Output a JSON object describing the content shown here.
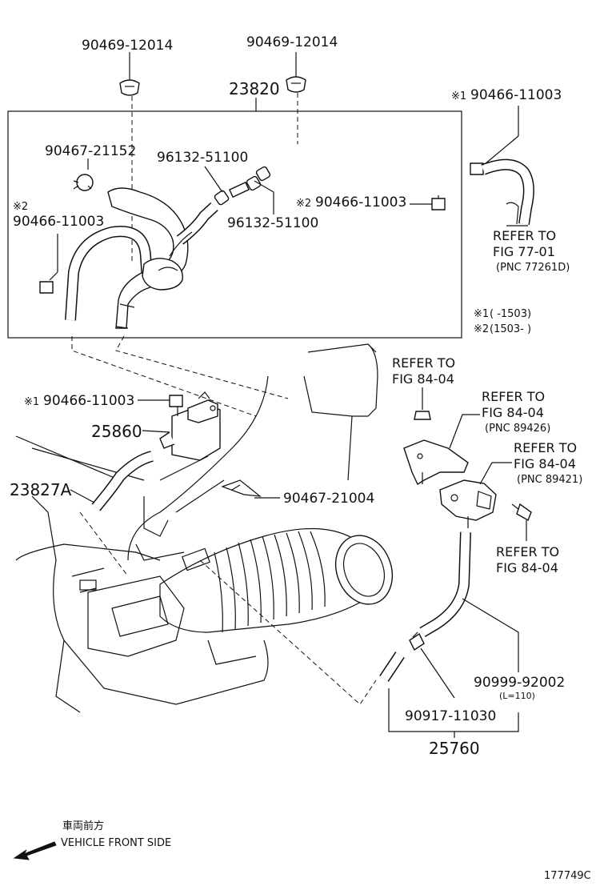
{
  "labels": {
    "p_90469_a": "90469-12014",
    "p_90469_b": "90469-12014",
    "p_23820": "23820",
    "p_90466_r1": "90466-11003",
    "p_90466_r1_mark": "※1",
    "p_90467_21152": "90467-21152",
    "p_96132_a": "96132-51100",
    "p_96132_b": "96132-51100",
    "p_90466_m2": "90466-11003",
    "p_90466_m2_mark": "※2",
    "p_90466_l2_mark": "※2",
    "p_90466_l2": "90466-11003",
    "p_90466_l1_mark": "※1",
    "p_90466_l1": "90466-11003",
    "p_25860": "25860",
    "p_23827A": "23827A",
    "p_90467_21004": "90467-21004",
    "p_90999": "90999-92002",
    "p_90999_len": "(L=110)",
    "p_90917": "90917-11030",
    "p_25760": "25760"
  },
  "refs": {
    "r77_line1": "REFER TO",
    "r77_line2": "FIG 77-01",
    "r77_line3": "(PNC 77261D)",
    "r84a_line1": "REFER TO",
    "r84a_line2": "FIG 84-04",
    "r84b_line1": "REFER TO",
    "r84b_line2": "FIG 84-04",
    "r84b_line3": "(PNC 89426)",
    "r84c_line1": "REFER TO",
    "r84c_line2": "FIG 84-04",
    "r84c_line3": "(PNC 89421)",
    "r84d_line1": "REFER TO",
    "r84d_line2": "FIG 84-04"
  },
  "notes": {
    "n1_mark": "※1",
    "n1_range": "(      -1503)",
    "n2_mark": "※2",
    "n2_range": "(1503-      )"
  },
  "caption": {
    "japanese": "車両前方",
    "english": "VEHICLE FRONT SIDE"
  },
  "figure_id": "177749C"
}
